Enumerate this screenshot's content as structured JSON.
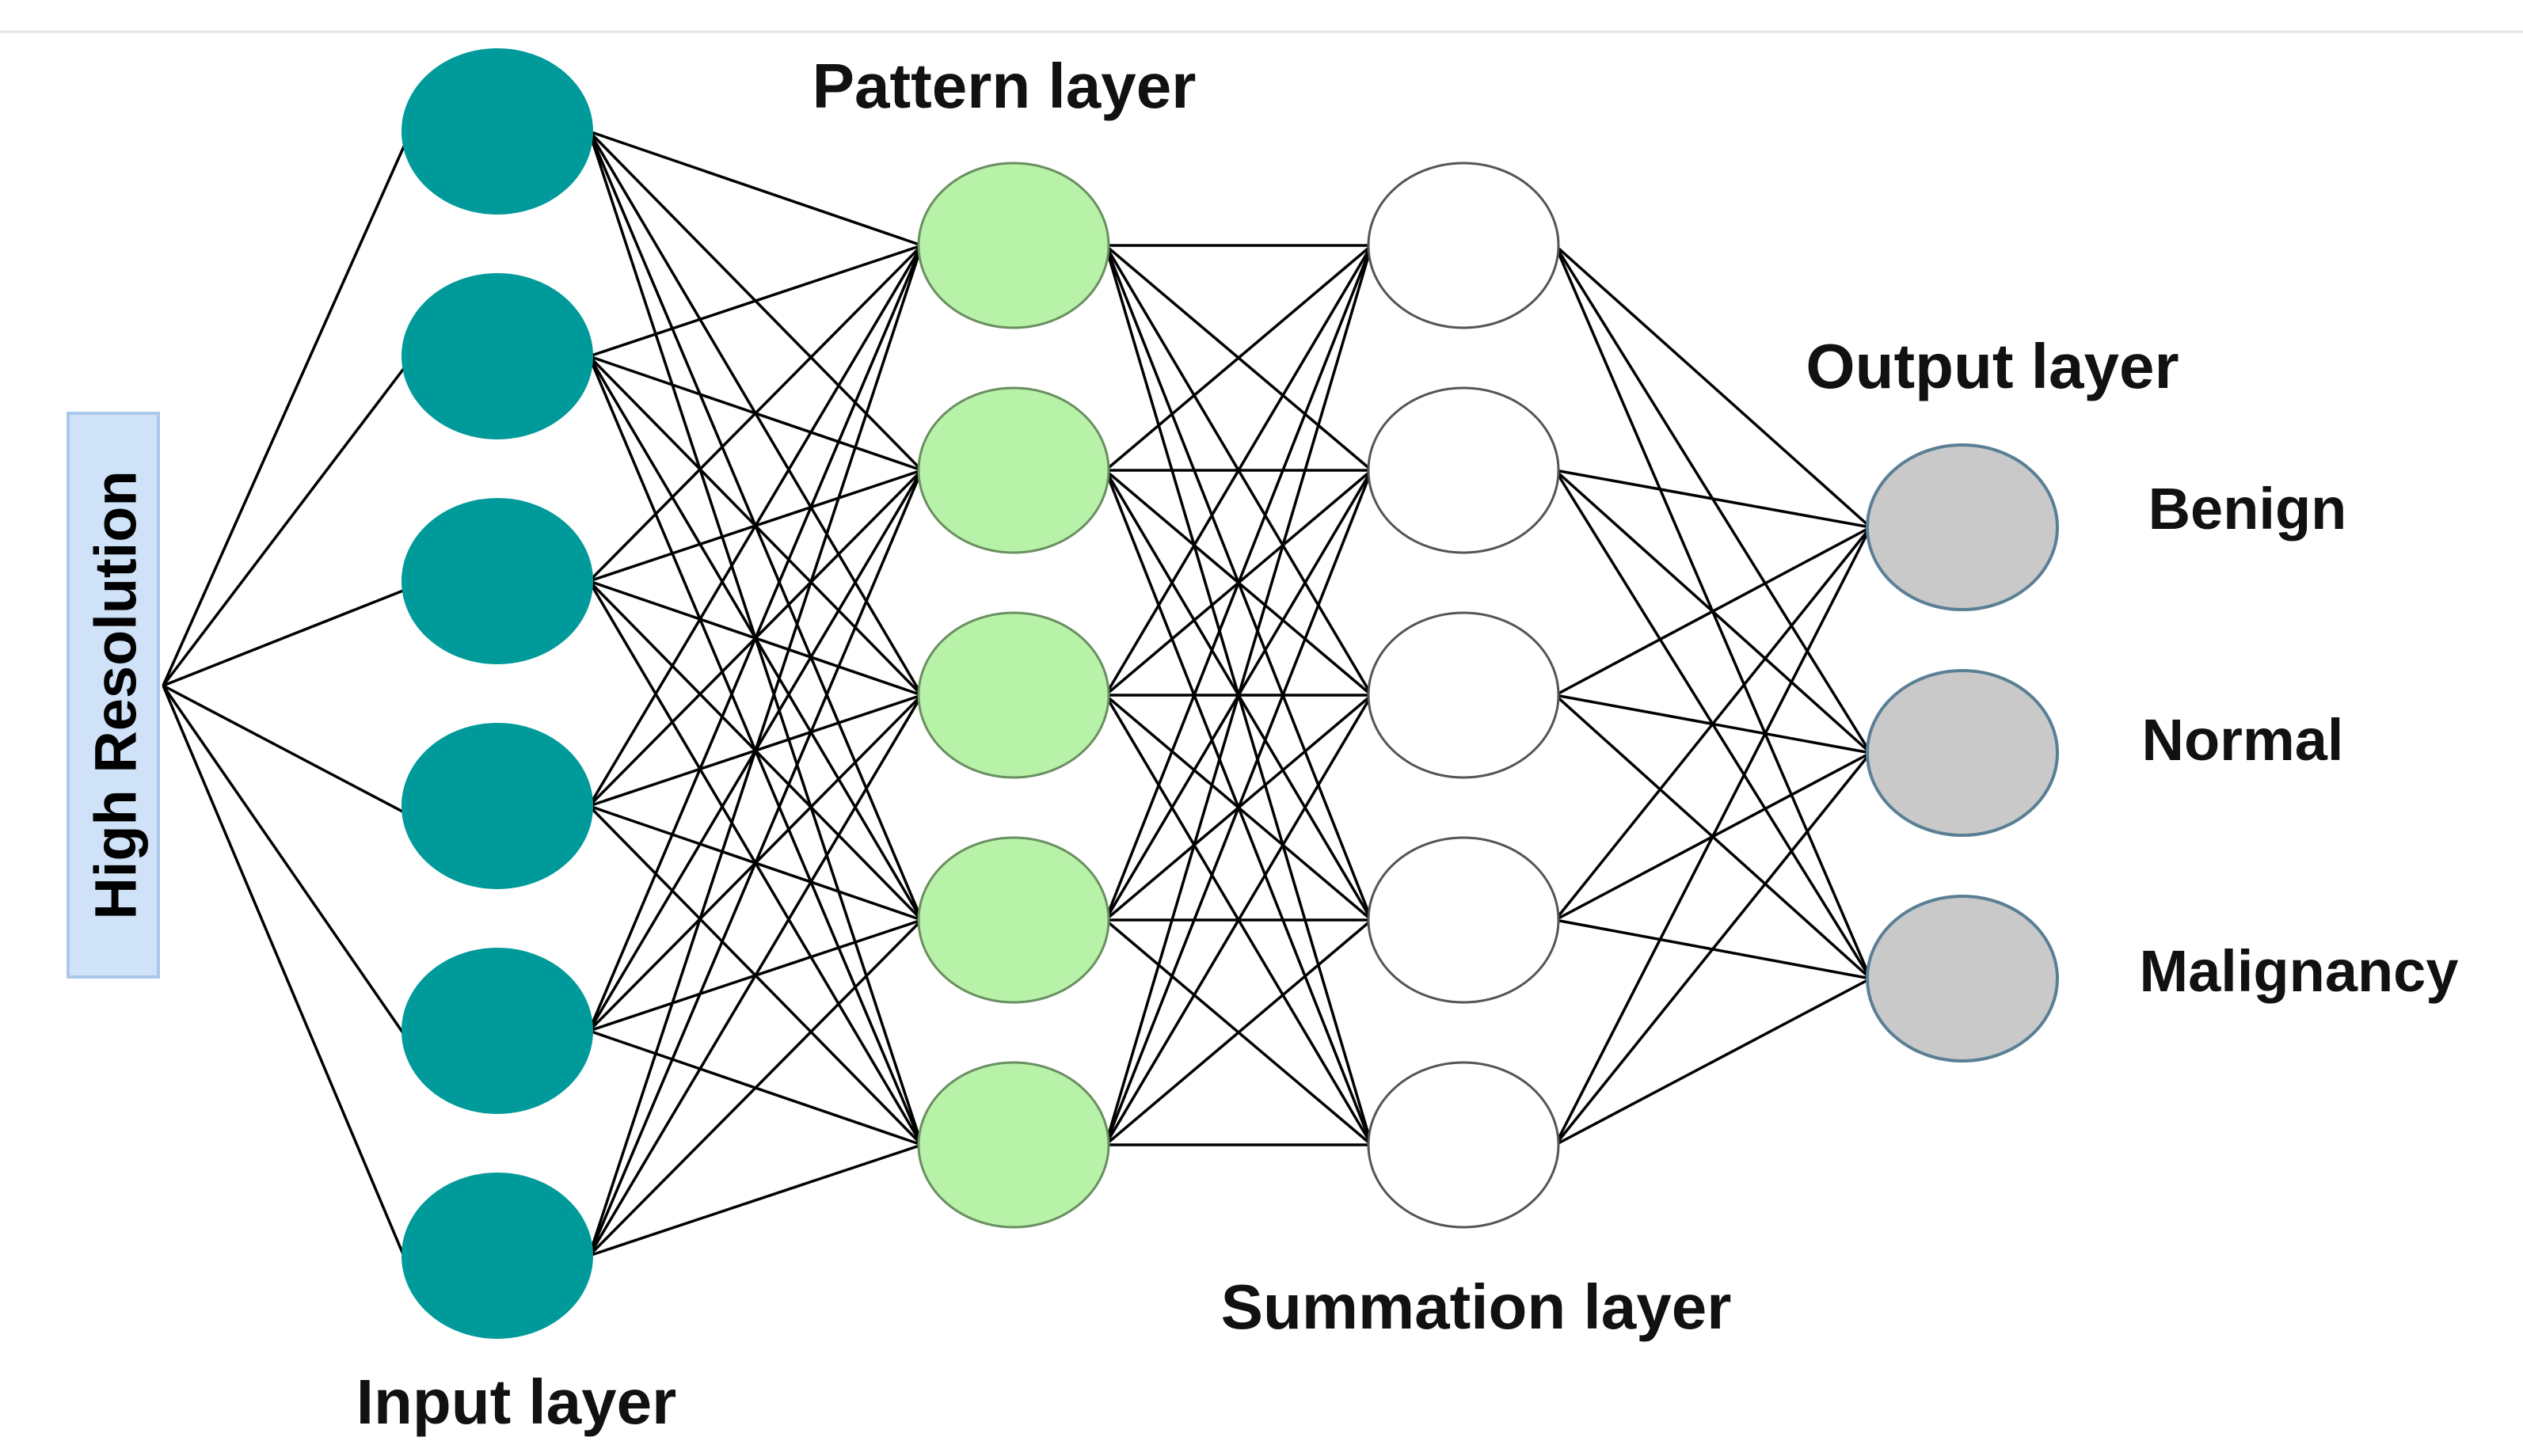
{
  "input_source": {
    "label": "High Resolution"
  },
  "layers": {
    "input": {
      "title": "Input layer",
      "count": 6
    },
    "pattern": {
      "title": "Pattern layer",
      "count": 5
    },
    "summation": {
      "title": "Summation layer",
      "count": 5
    },
    "output": {
      "title": "Output layer",
      "count": 3
    }
  },
  "output_classes": [
    "Benign",
    "Normal",
    "Malignancy"
  ],
  "colors": {
    "input_node": "#009a9a",
    "pattern_node": "#b8f2a8",
    "summation_node": "#ffffff",
    "output_node": "#c9c9c9",
    "source_box": "#cfe2f7",
    "edge": "#000000"
  }
}
